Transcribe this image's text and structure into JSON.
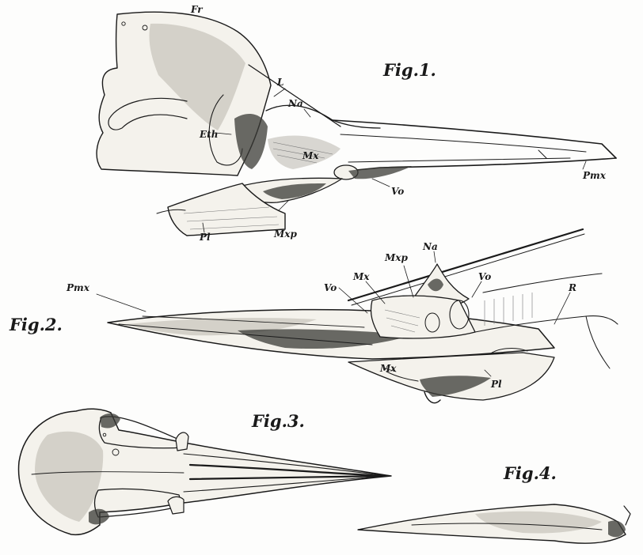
{
  "figures": {
    "fig1": {
      "title": "Fig.1.",
      "labels": {
        "fr": "Fr",
        "l": "L",
        "na": "Na",
        "eth": "Eth",
        "mx": "Mx",
        "pmx": "Pmx",
        "vo": "Vo",
        "mxp": "Mxp",
        "pl": "Pl"
      }
    },
    "fig2": {
      "title": "Fig.2.",
      "labels": {
        "pmx": "Pmx",
        "mxp": "Mxp",
        "na": "Na",
        "mx_upper": "Mx",
        "vo_left": "Vo",
        "vo_right": "Vo",
        "r": "R",
        "mx_lower": "Mx",
        "pl": "Pl"
      }
    },
    "fig3": {
      "title": "Fig.3."
    },
    "fig4": {
      "title": "Fig.4."
    }
  },
  "colors": {
    "ink": "#1a1a1a",
    "paper": "#fdfdfc",
    "shade": "#b9b6ad"
  }
}
